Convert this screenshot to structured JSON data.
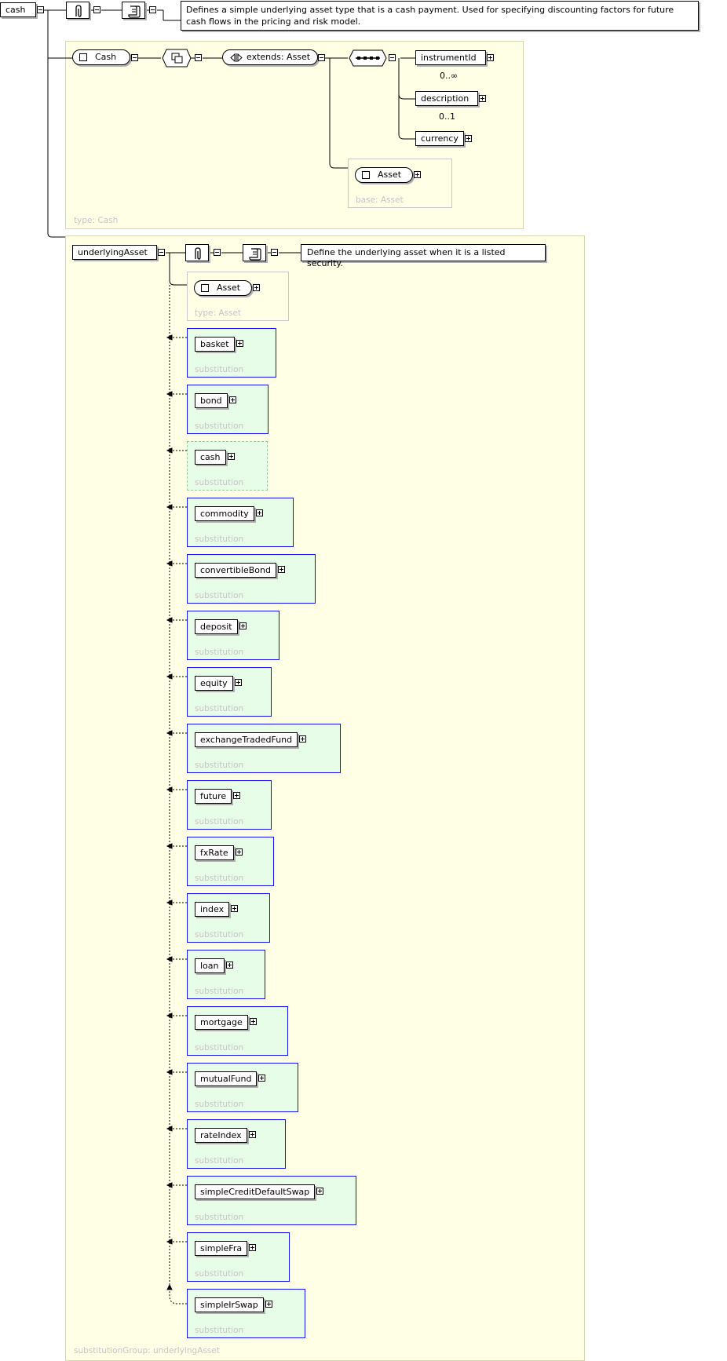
{
  "root": {
    "name": "cash",
    "documentation": "Defines a simple underlying asset type that is a cash payment. Used for specifying discounting factors for future cash flows in the pricing and risk model."
  },
  "cash_type": {
    "type_label": "type: Cash",
    "complex_type": "Cash",
    "extension": "extends: Asset",
    "children": [
      {
        "name": "instrumentId",
        "occurrence": "0..∞"
      },
      {
        "name": "description",
        "occurrence": "0..1"
      },
      {
        "name": "currency",
        "occurrence": ""
      }
    ],
    "base_type": "Asset",
    "base_label": "base: Asset"
  },
  "underlying": {
    "name": "underlyingAsset",
    "documentation": "Define the underlying asset when it is a listed security.",
    "type_name": "Asset",
    "type_label": "type: Asset",
    "substitution_label": "substitution",
    "group_label": "substitutionGroup: underlyingAsset",
    "substitutions": [
      "basket",
      "bond",
      "cash",
      "commodity",
      "convertibleBond",
      "deposit",
      "equity",
      "exchangeTradedFund",
      "future",
      "fxRate",
      "index",
      "loan",
      "mortgage",
      "mutualFund",
      "rateIndex",
      "simpleCreditDefaultSwap",
      "simpleFra",
      "simpleIrSwap"
    ]
  }
}
